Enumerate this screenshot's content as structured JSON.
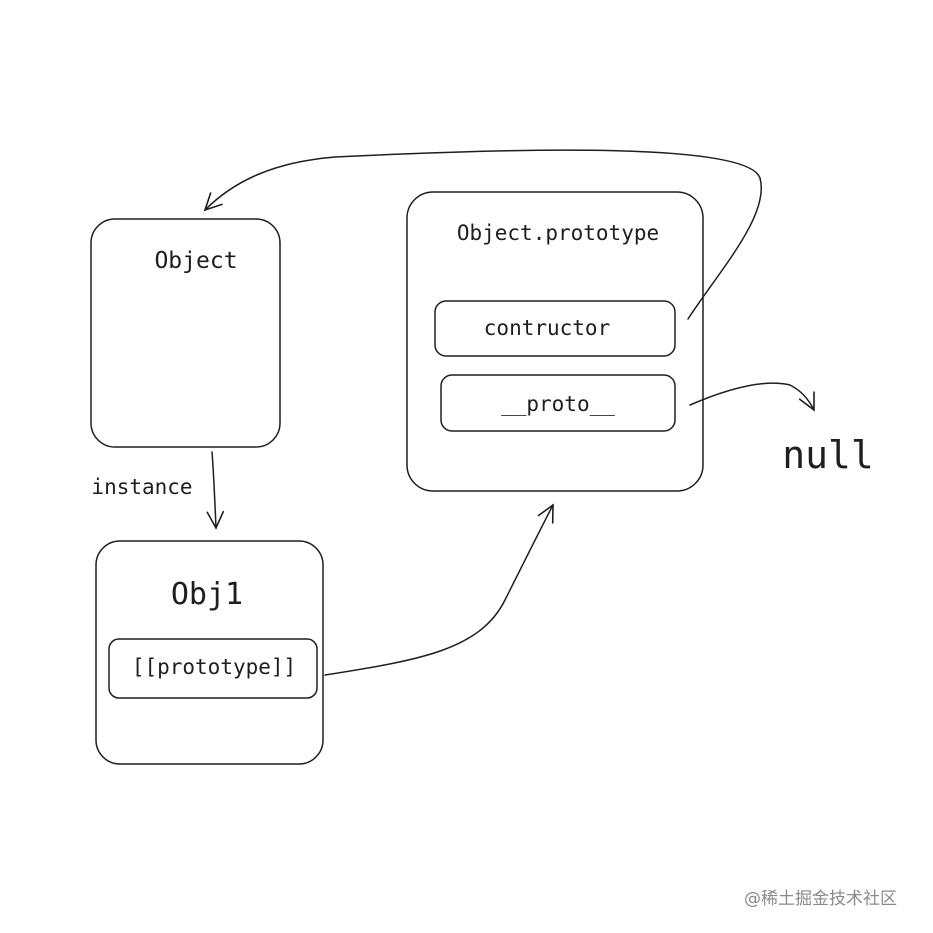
{
  "diagram": {
    "nodes": {
      "object": {
        "label": "Object"
      },
      "object_prototype": {
        "label": "Object.prototype"
      },
      "constructor_field": {
        "label": "contructor"
      },
      "proto_field": {
        "label": "__proto__"
      },
      "obj1": {
        "label": "Obj1"
      },
      "prototype_field": {
        "label": "[[prototype]]"
      },
      "null_node": {
        "label": "null"
      }
    },
    "edges": {
      "instance": {
        "label": "instance"
      }
    }
  },
  "watermark": "@稀土掘金技术社区",
  "colors": {
    "stroke": "#1e1e1e",
    "background": "#ffffff",
    "watermark": "#8a8a8a"
  }
}
